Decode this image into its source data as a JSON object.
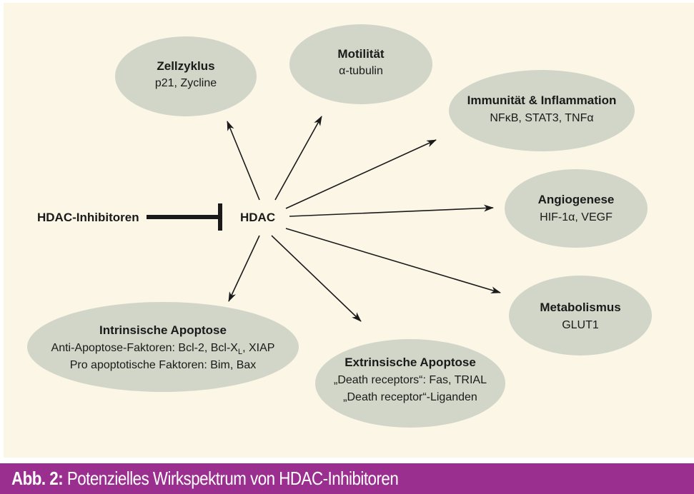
{
  "diagram": {
    "inhibitor_label": "HDAC-Inhibitoren",
    "center_label": "HDAC",
    "nodes": {
      "zellzyklus": {
        "title": "Zellzyklus",
        "lines": [
          "p21, Zycline"
        ]
      },
      "motilitaet": {
        "title": "Motilität",
        "lines": [
          "α-tubulin"
        ]
      },
      "immunitaet": {
        "title": "Immunität & Inflammation",
        "lines": [
          "NFκB, STAT3, TNFα"
        ]
      },
      "angiogenese": {
        "title": "Angiogenese",
        "lines": [
          "HIF-1α, VEGF"
        ]
      },
      "metabolismus": {
        "title": "Metabolismus",
        "lines": [
          "GLUT1"
        ]
      },
      "extrinsische": {
        "title": "Extrinsische Apoptose",
        "lines": [
          "„Death receptors“: Fas, TRIAL",
          "„Death receptor“-Liganden"
        ]
      },
      "intrinsische": {
        "title": "Intrinsische Apoptose",
        "lines": [
          "Anti-Apoptose-Faktoren: Bcl-2, Bcl-X",
          "Pro apoptotische Faktoren: Bim, Bax"
        ],
        "subscript": "L",
        "suffix": ", XIAP"
      }
    },
    "colors": {
      "panel": "#fbf6e6",
      "ellipse": "#d2d6c8",
      "arrow": "#1a1a1a",
      "caption_bar": "#9b2f8f"
    }
  },
  "caption": {
    "prefix": "Abb. 2:",
    "text": " Potenzielles Wirkspektrum von HDAC-Inhibitoren"
  }
}
